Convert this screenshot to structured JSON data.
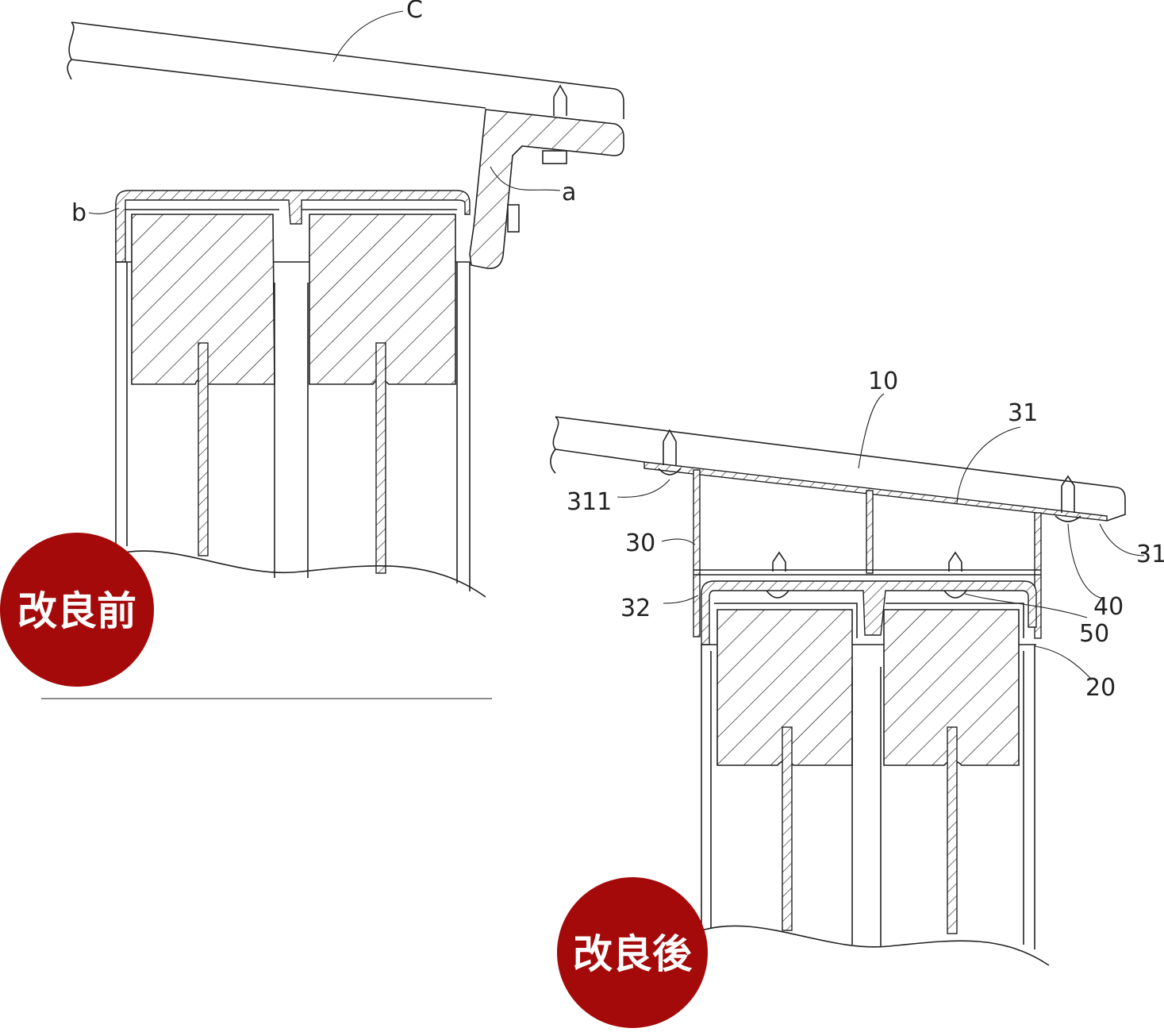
{
  "colors": {
    "badge": "#a50a0a",
    "ink": "#222222",
    "background": "#ffffff"
  },
  "before": {
    "badge": "改良前",
    "labels": {
      "c": "C",
      "a": "a",
      "b": "b"
    }
  },
  "after": {
    "badge": "改良後",
    "labels": {
      "l10": "10",
      "l31a": "31",
      "l31b": "31",
      "l311": "311",
      "l30": "30",
      "l32": "32",
      "l40": "40",
      "l50": "50",
      "l20": "20"
    }
  }
}
